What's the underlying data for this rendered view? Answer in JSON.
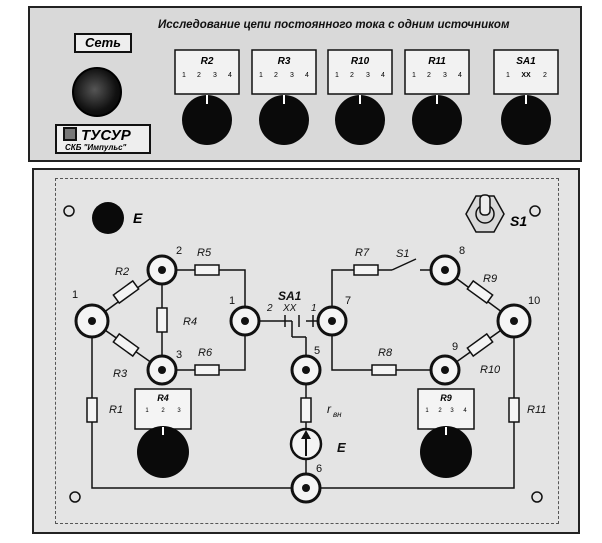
{
  "top_panel": {
    "title": "Исследование цепи постоянного тока с одним источником",
    "power_label": "Сеть",
    "logo_main": "ТУСУР",
    "logo_sub": "СКБ \"Импульс\"",
    "switches": [
      {
        "label": "R2",
        "ticks": [
          "1",
          "2",
          "3",
          "4"
        ]
      },
      {
        "label": "R3",
        "ticks": [
          "1",
          "2",
          "3",
          "4"
        ]
      },
      {
        "label": "R10",
        "ticks": [
          "1",
          "2",
          "3",
          "4"
        ]
      },
      {
        "label": "R11",
        "ticks": [
          "1",
          "2",
          "3",
          "4"
        ]
      },
      {
        "label": "SA1",
        "ticks": [
          "1",
          "XX",
          "2"
        ]
      }
    ]
  },
  "bottom_panel": {
    "source_label": "E",
    "toggle_label": "S1",
    "resistors": {
      "r1": "R1",
      "r2": "R2",
      "r3": "R3",
      "r4": "R4",
      "r5": "R5",
      "r6": "R6",
      "r7": "R7",
      "r8": "R8",
      "r9": "R9",
      "r10": "R10",
      "r11": "R11"
    },
    "internal_resistance": "r",
    "internal_resistance_sub": "вн",
    "switch_s1": "S1",
    "switch_sa1": "SA1",
    "sa1_contacts": {
      "left": "2",
      "mid": "XX",
      "right": "1"
    },
    "nodes": {
      "n1_left": "1",
      "n2": "2",
      "n3": "3",
      "n1_right": "1",
      "n5": "5",
      "n6": "6",
      "n7": "7",
      "n8": "8",
      "n9": "9",
      "n10": "10"
    },
    "emf_label": "E",
    "dial_r4": {
      "label": "R4",
      "ticks": [
        "1",
        "2",
        "3"
      ]
    },
    "dial_r9": {
      "label": "R9",
      "ticks": [
        "1",
        "2",
        "3",
        "4"
      ]
    }
  }
}
